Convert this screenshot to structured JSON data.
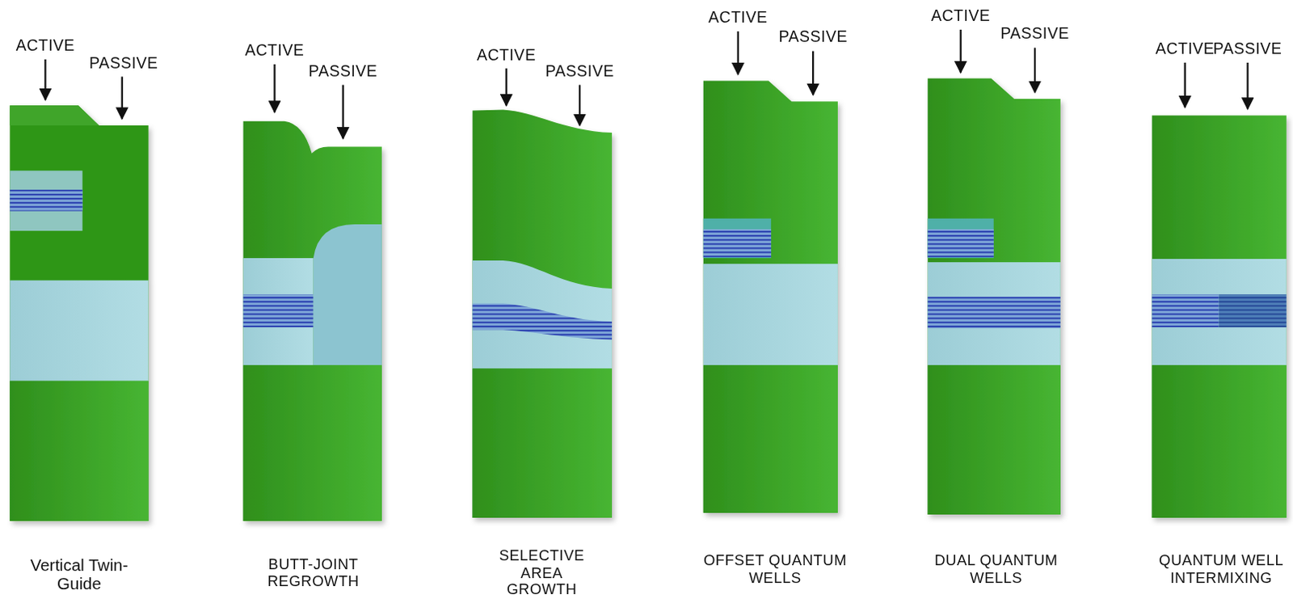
{
  "diagram": {
    "labels": [
      "ACTIVE",
      "PASSIVE",
      "Vertical Twin-Guide",
      "ACTIVE",
      "PASSIVE",
      "BUTT-JOINT REGROWTH",
      "ACTIVE",
      "PASSIVE",
      "SELECTIVE AREA GROWTH",
      "ACTIVE",
      "PASSIVE",
      "OFFSET QUANTUM WELLS",
      "ACTIVE",
      "PASSIVE",
      "DUAL QUANTUM WELLS",
      "ACTIVE",
      "PASSIVE",
      "QUANTUM WELL INTERMIXING"
    ]
  }
}
